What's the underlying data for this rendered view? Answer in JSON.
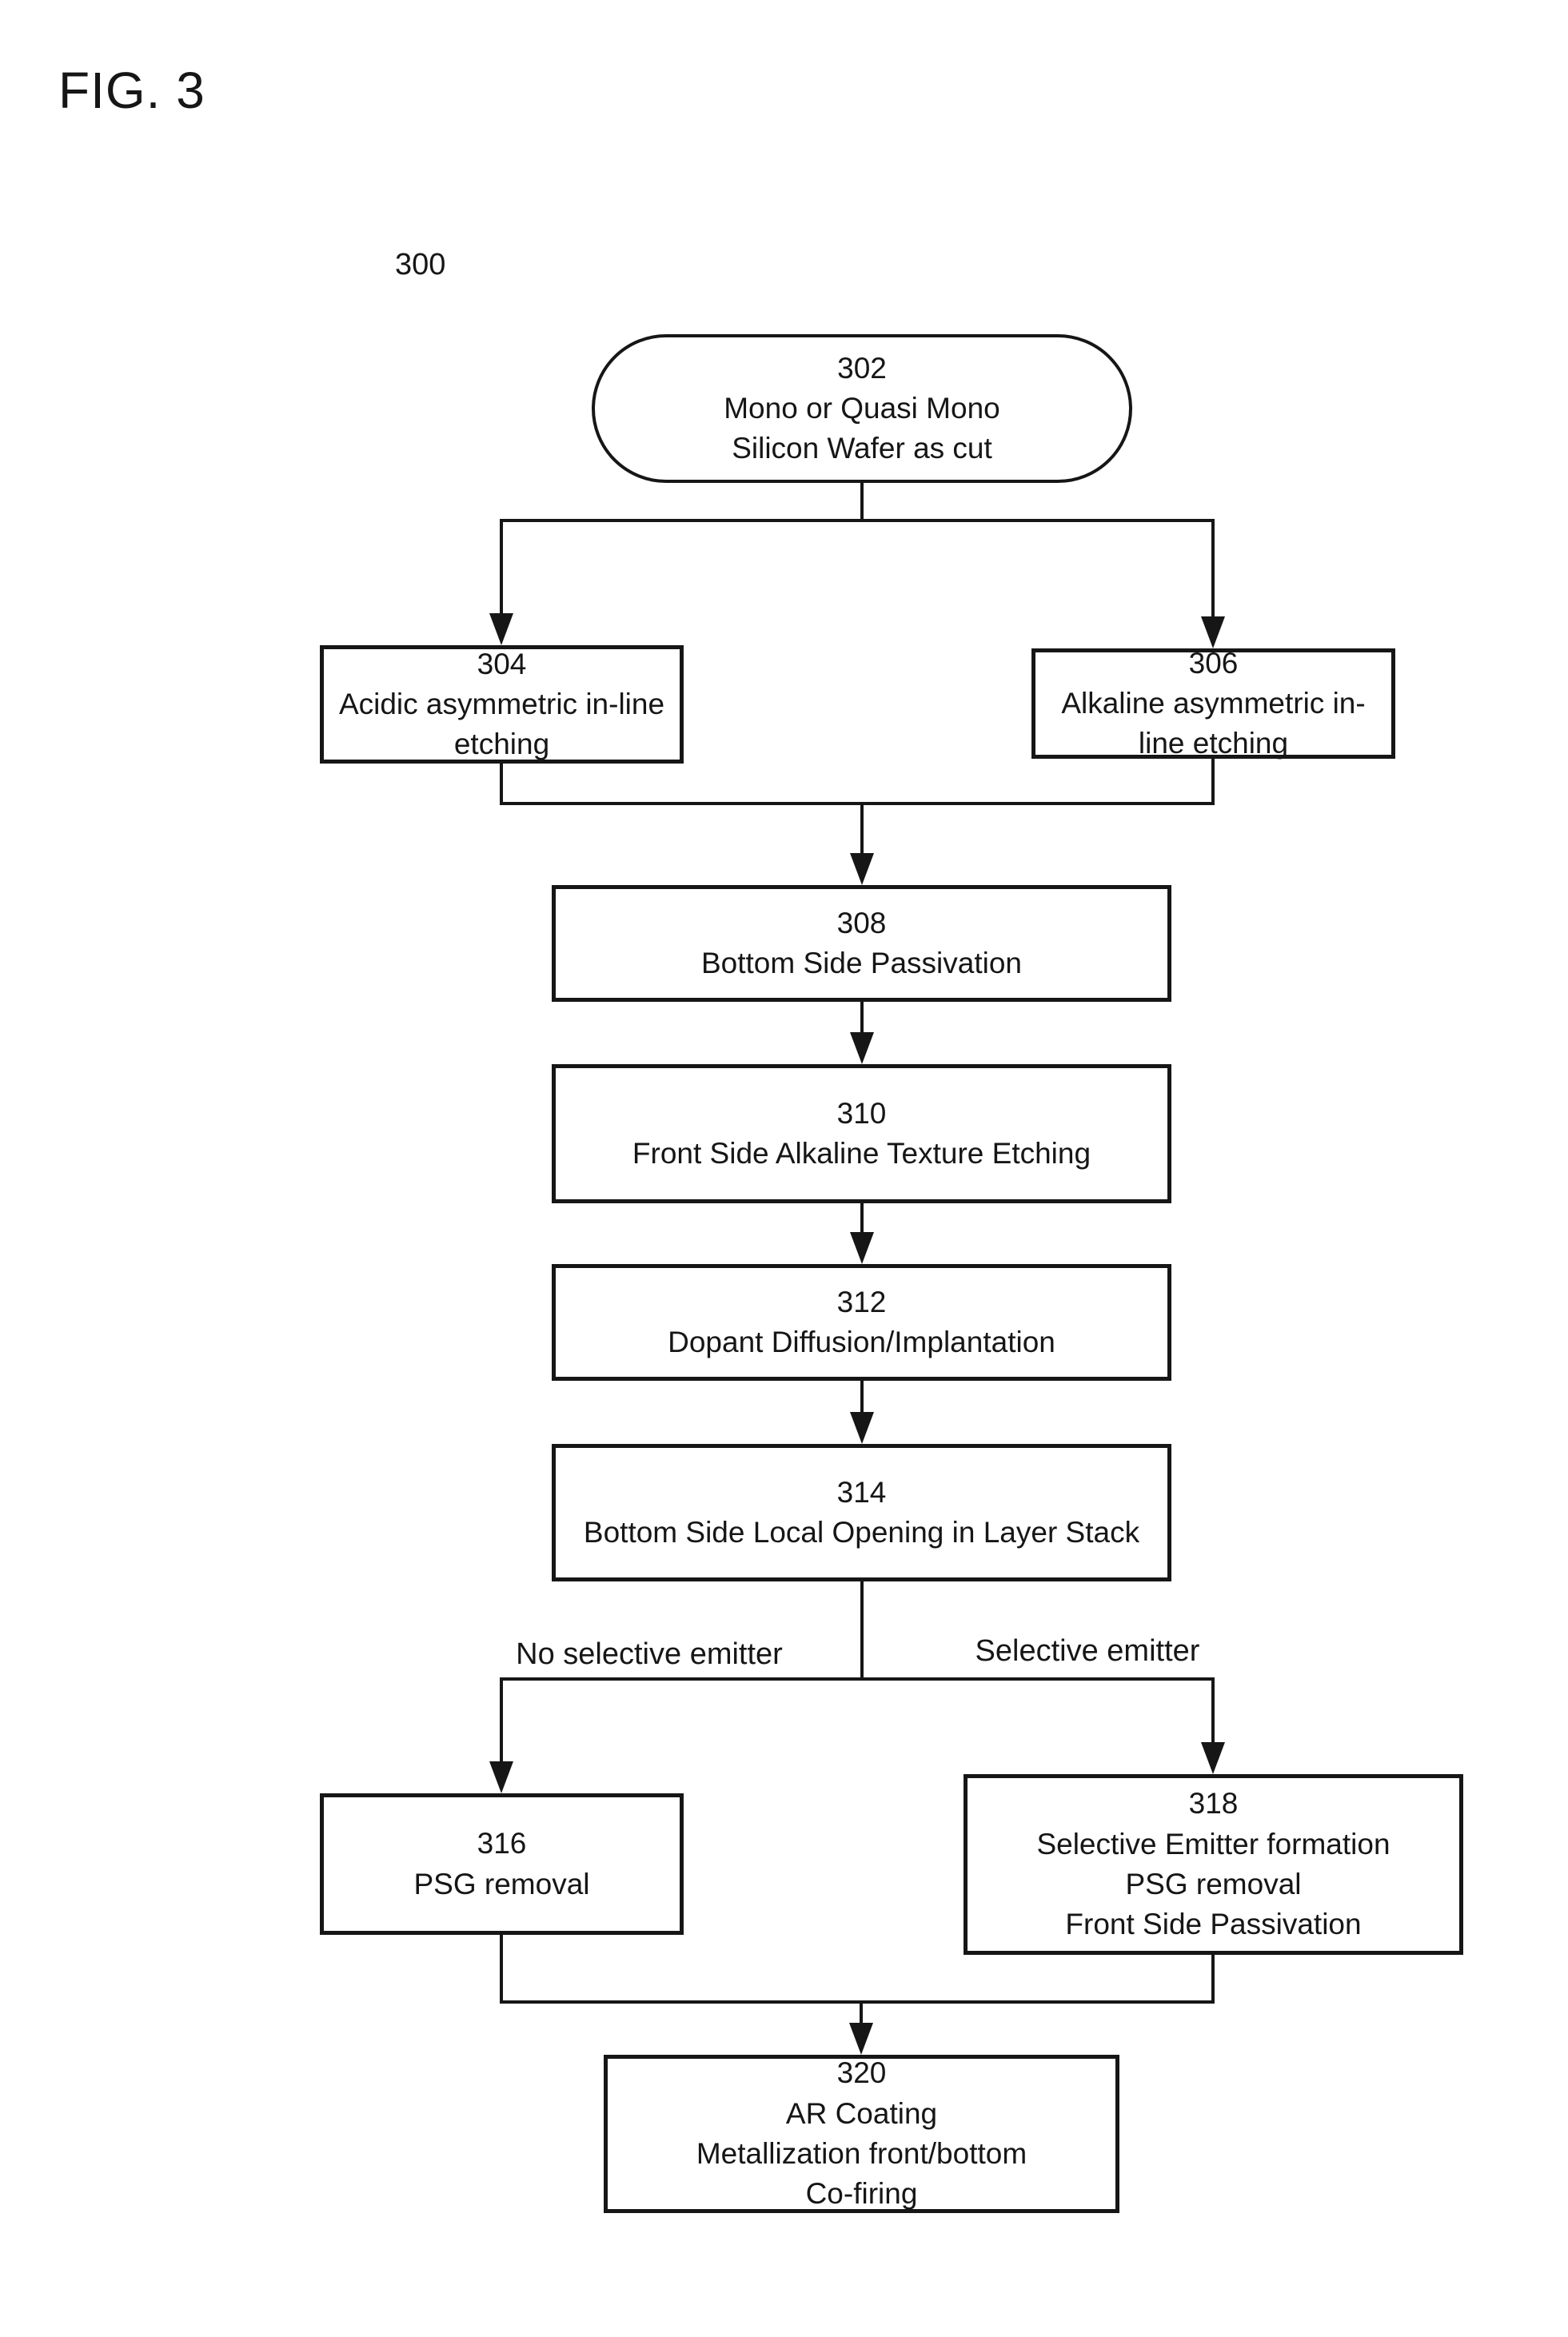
{
  "figure": {
    "label": "FIG. 3",
    "reference_number": "300"
  },
  "flowchart": {
    "colors": {
      "ink": "#161616",
      "background": "#ffffff"
    },
    "nodes": {
      "n302": {
        "ref": "302",
        "shape": "stadium",
        "lines": [
          "Mono or Quasi Mono",
          "Silicon Wafer as cut"
        ]
      },
      "n304": {
        "ref": "304",
        "shape": "rect",
        "lines": [
          "Acidic asymmetric in-line",
          "etching"
        ]
      },
      "n306": {
        "ref": "306",
        "shape": "rect",
        "lines": [
          "Alkaline asymmetric in-",
          "line etching"
        ]
      },
      "n308": {
        "ref": "308",
        "shape": "rect",
        "lines": [
          "Bottom Side Passivation"
        ]
      },
      "n310": {
        "ref": "310",
        "shape": "rect",
        "lines": [
          "Front Side Alkaline Texture Etching"
        ]
      },
      "n312": {
        "ref": "312",
        "shape": "rect",
        "lines": [
          "Dopant Diffusion/Implantation"
        ]
      },
      "n314": {
        "ref": "314",
        "shape": "rect",
        "lines": [
          "Bottom Side Local Opening in Layer Stack"
        ]
      },
      "n316": {
        "ref": "316",
        "shape": "rect",
        "lines": [
          "PSG removal"
        ]
      },
      "n318": {
        "ref": "318",
        "shape": "rect",
        "lines": [
          "Selective Emitter formation",
          "PSG removal",
          "Front Side Passivation"
        ]
      },
      "n320": {
        "ref": "320",
        "shape": "rect",
        "lines": [
          "AR Coating",
          "Metallization front/bottom",
          "Co-firing"
        ]
      }
    },
    "edges": [
      {
        "from": "302",
        "to": "304",
        "label": ""
      },
      {
        "from": "302",
        "to": "306",
        "label": ""
      },
      {
        "from": "304",
        "to": "308",
        "label": ""
      },
      {
        "from": "306",
        "to": "308",
        "label": ""
      },
      {
        "from": "308",
        "to": "310",
        "label": ""
      },
      {
        "from": "310",
        "to": "312",
        "label": ""
      },
      {
        "from": "312",
        "to": "314",
        "label": ""
      },
      {
        "from": "314",
        "to": "316",
        "label": "No selective emitter"
      },
      {
        "from": "314",
        "to": "318",
        "label": "Selective emitter"
      },
      {
        "from": "316",
        "to": "320",
        "label": ""
      },
      {
        "from": "318",
        "to": "320",
        "label": ""
      }
    ]
  }
}
